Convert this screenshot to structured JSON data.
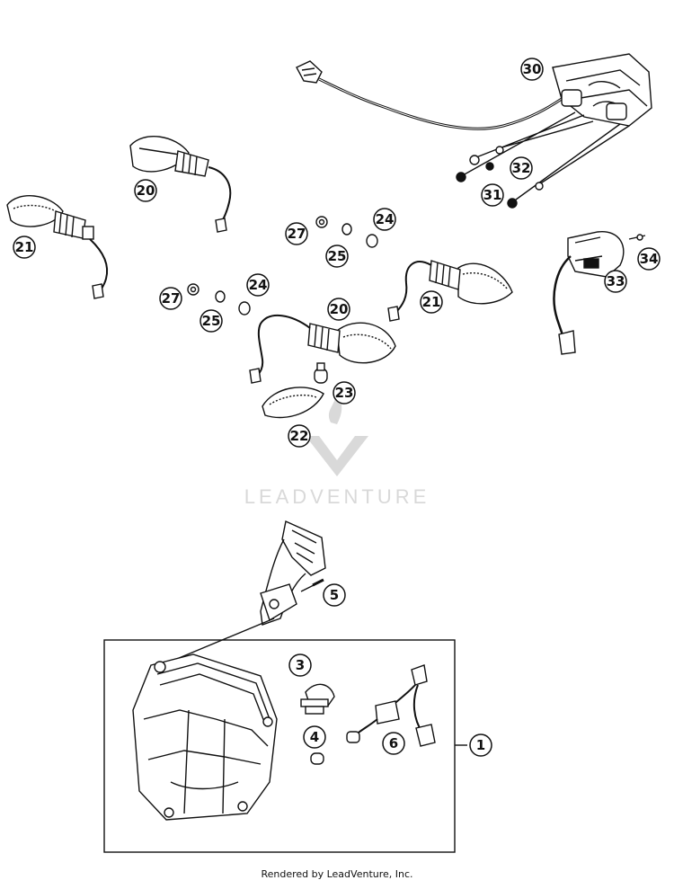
{
  "callouts": [
    {
      "id": "c30",
      "label": "30"
    },
    {
      "id": "c32",
      "label": "32"
    },
    {
      "id": "c31",
      "label": "31"
    },
    {
      "id": "c20a",
      "label": "20"
    },
    {
      "id": "c21a",
      "label": "21"
    },
    {
      "id": "c27a",
      "label": "27"
    },
    {
      "id": "c25a",
      "label": "25"
    },
    {
      "id": "c24a",
      "label": "24"
    },
    {
      "id": "c21b",
      "label": "21"
    },
    {
      "id": "c34",
      "label": "34"
    },
    {
      "id": "c33",
      "label": "33"
    },
    {
      "id": "c27b",
      "label": "27"
    },
    {
      "id": "c25b",
      "label": "25"
    },
    {
      "id": "c24b",
      "label": "24"
    },
    {
      "id": "c20b",
      "label": "20"
    },
    {
      "id": "c23",
      "label": "23"
    },
    {
      "id": "c22",
      "label": "22"
    },
    {
      "id": "c5",
      "label": "5"
    },
    {
      "id": "c3",
      "label": "3"
    },
    {
      "id": "c4",
      "label": "4"
    },
    {
      "id": "c6",
      "label": "6"
    },
    {
      "id": "c1",
      "label": "1"
    }
  ],
  "watermark": "LEADVENTURE",
  "footer": "Rendered by LeadVenture, Inc.",
  "colors": {
    "line": "#111111",
    "watermark": "#d9d9d9",
    "label_fill": "#ffffff"
  }
}
